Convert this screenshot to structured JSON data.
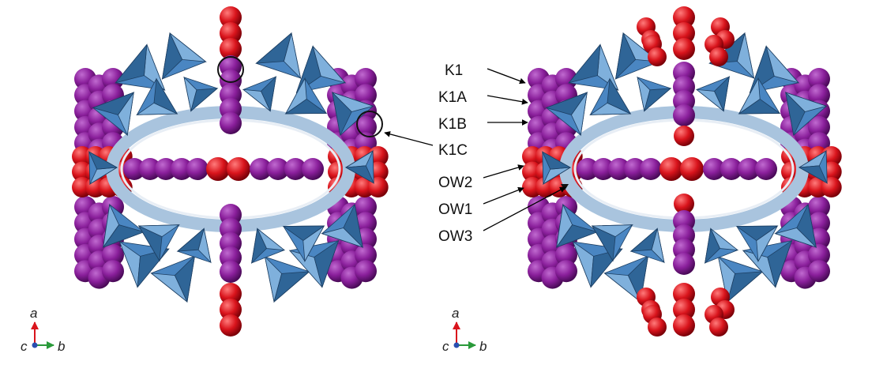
{
  "labels": {
    "k1": "K1",
    "k1a": "K1A",
    "k1b": "K1B",
    "k1c": "K1C",
    "ow2": "OW2",
    "ow1": "OW1",
    "ow3": "OW3"
  },
  "axes": {
    "a": "a",
    "b": "b",
    "c": "c"
  },
  "colors": {
    "potassium": "#8a1f9b",
    "water_oxygen": "#d9141c",
    "polyhedra": "#4a86c2",
    "polyhedra_dark": "#2f6597",
    "polyhedra_light": "#7fb0dc"
  }
}
